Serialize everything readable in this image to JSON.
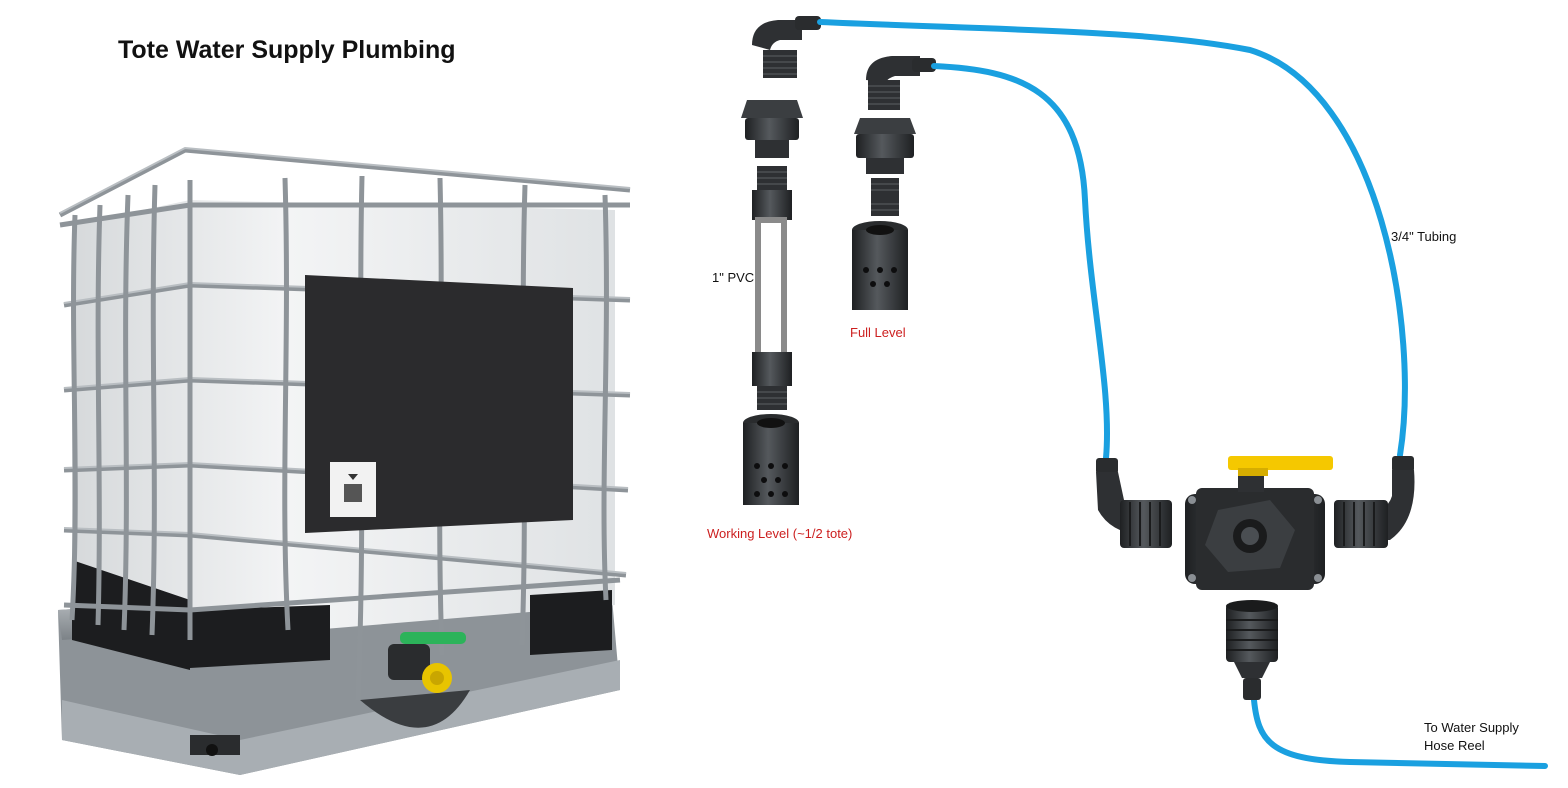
{
  "title": "Tote Water Supply Plumbing",
  "labels": {
    "pvc": "1\" PVC",
    "full_level": "Full Level",
    "working_level": "Working Level (~1/2 tote)",
    "tubing": "3/4\" Tubing",
    "supply_line1": "To Water Supply",
    "supply_line2": "Hose Reel"
  },
  "colors": {
    "tubing": "#1aa0e0",
    "label_red": "#cc1f1f",
    "fitting": "#2e3033",
    "valve_handle": "#f5c800",
    "tank_body": "#eef0f1",
    "cage": "#9aa0a6"
  }
}
